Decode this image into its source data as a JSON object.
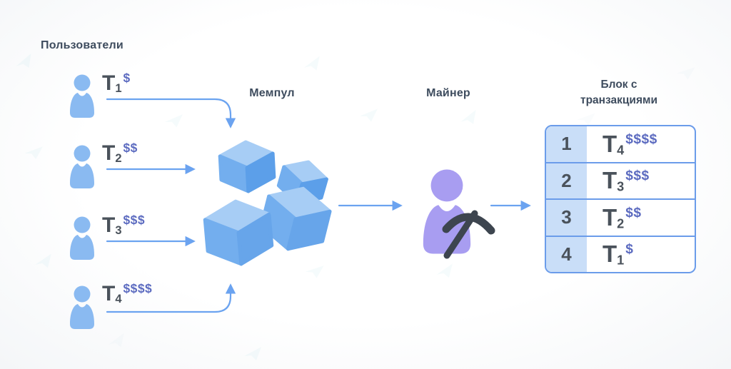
{
  "users_section": {
    "title": "Пользователи",
    "items": [
      {
        "tx": "T",
        "sub": "1",
        "fee": "$"
      },
      {
        "tx": "T",
        "sub": "2",
        "fee": "$$"
      },
      {
        "tx": "T",
        "sub": "3",
        "fee": "$$$"
      },
      {
        "tx": "T",
        "sub": "4",
        "fee": "$$$$"
      }
    ]
  },
  "mempool": {
    "label": "Мемпул"
  },
  "miner": {
    "label": "Майнер"
  },
  "block": {
    "title_line1": "Блок с",
    "title_line2": "транзакциями",
    "rows": [
      {
        "position": "1",
        "tx": "T",
        "sub": "4",
        "fee": "$$$$"
      },
      {
        "position": "2",
        "tx": "T",
        "sub": "3",
        "fee": "$$$"
      },
      {
        "position": "3",
        "tx": "T",
        "sub": "2",
        "fee": "$$"
      },
      {
        "position": "4",
        "tx": "T",
        "sub": "1",
        "fee": "$"
      }
    ]
  },
  "colors": {
    "label_text": "#3e4c5e",
    "tx_text": "#4a525b",
    "fee_dollar": "#5c6bc0",
    "arrow": "#6ba3f0",
    "table_border": "#6b9cea",
    "num_cell_bg": "#c9def8",
    "user_icon": "#8abaf1",
    "miner_icon": "#a89df1",
    "pickaxe": "#3d454f",
    "cube_top": "#a7cdf5",
    "cube_left": "#73aeee",
    "cube_right": "#5c9fe9"
  }
}
